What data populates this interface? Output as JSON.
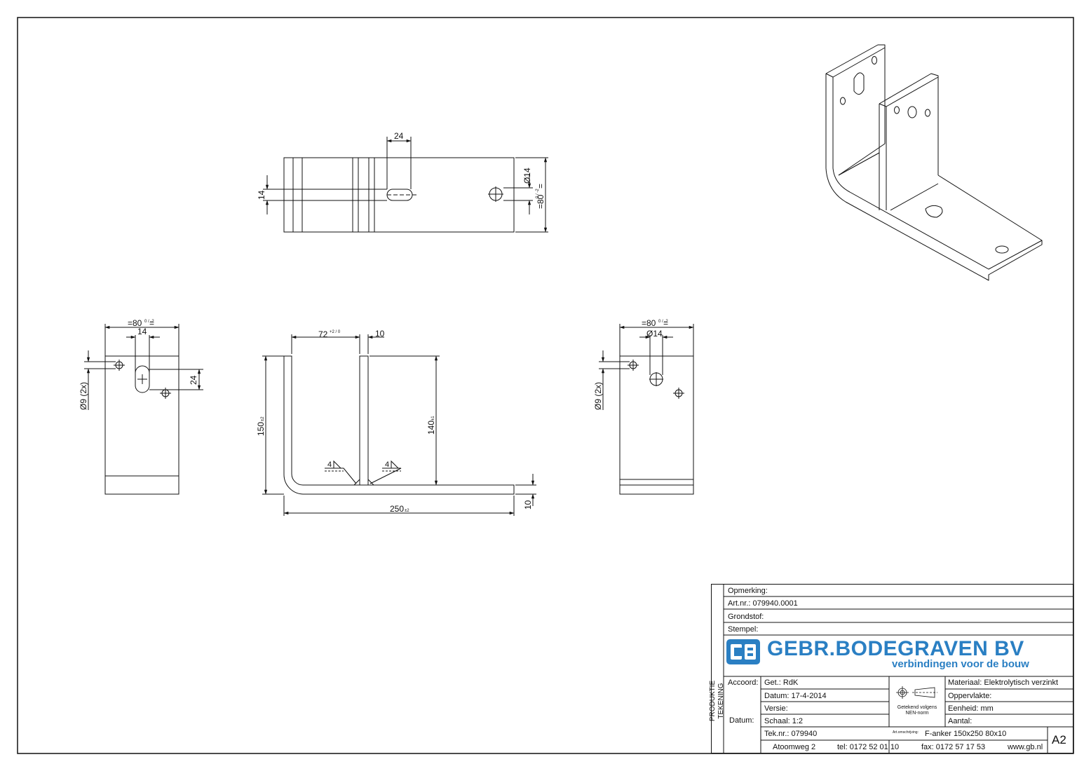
{
  "top_view": {
    "dim_slot_width": "24",
    "dim_slot_height": "14",
    "dim_hole_dia": "Ø14",
    "dim_width": "=80",
    "dim_width_tol": "0 / -2",
    "dim_width_suffix": "="
  },
  "left_view": {
    "dim_width": "=80",
    "dim_width_tol": "0 / -2",
    "dim_width_suffix": "=",
    "dim_slot": "14",
    "dim_slot_len": "24",
    "dim_holes": "Ø9 (2x)"
  },
  "front_view": {
    "dim_flange": "72",
    "dim_flange_tol": "+2 / 0",
    "dim_thickness_top": "10",
    "dim_height": "150",
    "dim_height_tol": "±2",
    "dim_inner_height": "140",
    "dim_inner_height_tol": "±1",
    "dim_length": "250",
    "dim_length_tol": "±2",
    "dim_thickness": "10",
    "weld_1": "4",
    "weld_2": "4"
  },
  "right_view": {
    "dim_width": "=80",
    "dim_width_tol": "0 / -2",
    "dim_width_suffix": "=",
    "dim_hole": "Ø14",
    "dim_holes": "Ø9 (2x)"
  },
  "title_block": {
    "side_label": "PRODUKTIE TEKENING",
    "opmerking": "Opmerking:",
    "art_nr": "Art.nr.:  079940.0001",
    "grondstof": "Grondstof:",
    "stempel": "Stempel:",
    "company": "GEBR.BODEGRAVEN BV",
    "tagline": "verbindingen voor de bouw",
    "accoord": "Accoord:",
    "datum_label": "Datum:",
    "get": "Get.: RdK",
    "datum": "Datum: 17-4-2014",
    "versie": "Versie:",
    "schaal": "Schaal: 1:2",
    "tek_nr": "Tek.nr.: 079940",
    "nen_text_1": "Getekend volgens",
    "nen_text_2": "NEN-norm",
    "materiaal": "Materiaal: Elektrolytisch verzinkt",
    "oppervlakte": "Oppervlakte:",
    "eenheid": "Eenheid: mm",
    "aantal": "Aantal:",
    "art_omschrijving_label": "Art.omschrijving:",
    "art_omschrijving": "F-anker 150x250  80x10",
    "size": "A2",
    "address": "Atoomweg 2",
    "tel": "tel: 0172 52 01 10",
    "fax": "fax: 0172 57 17 53",
    "web": "www.gb.nl"
  },
  "colors": {
    "line": "#111111",
    "brand_blue": "#2a7fc3",
    "background": "#ffffff"
  }
}
